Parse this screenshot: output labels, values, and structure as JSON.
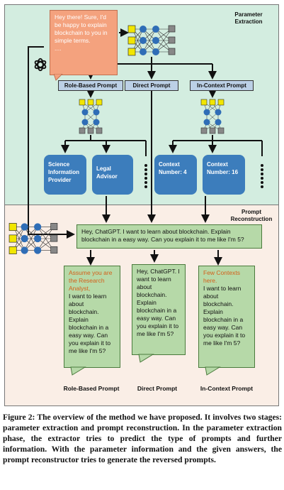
{
  "extraction": {
    "title": "Parameter\nExtraction",
    "bubble_text": "Hey there! Sure, I'd be happy to explain blockchain to you in simple terms.\n....",
    "tags": [
      "Role-Based Prompt",
      "Direct Prompt",
      "In-Context Prompt"
    ],
    "roles": [
      "Science Information Provider",
      "Legal Advisor"
    ],
    "contexts": [
      "Context Number: 4",
      "Context Number: 16"
    ]
  },
  "reconstruction": {
    "title": "Prompt\nReconstruction",
    "query": "Hey, ChatGPT. I want to learn about blockchain. Explain blockchain in a easy way. Can you explain it to me like I'm 5?",
    "role_prefix": "Assume you are the Research Analyst,",
    "role_body": "I want to learn about blockchain. Explain blockchain in a easy way. Can you explain it to me like I'm 5?",
    "direct_body": "Hey, ChatGPT. I want to learn about blockchain. Explain blockchain in a easy way. Can you explain it to me like I'm 5?",
    "context_prefix": "Few Contexts here.",
    "context_body": "I want to learn about blockchain. Explain blockchain in a easy way. Can you explain it to me like I'm 5?",
    "labels": [
      "Role-Based Prompt",
      "Direct Prompt",
      "In-Context Prompt"
    ]
  },
  "caption": "Figure 2: The overview of the method we have proposed. It involves two stages: parameter extraction and prompt reconstruction. In the parameter extraction phase, the extractor tries to predict the type of prompts and further information. With the parameter information and the given answers, the prompt reconstructor tries to generate the reversed prompts.",
  "colors": {
    "top_panel": "#d3ede0",
    "bottom_panel": "#faeee6",
    "node_blue": "#3c7dbc",
    "input_yellow": "#f2e600",
    "output_gray": "#888888",
    "tag_blue": "#bcd0e6",
    "green_box": "#b6d9a8",
    "bubble_orange": "#f4a27e",
    "accent_orange": "#d3601a"
  },
  "icons": {
    "llm": "openai-logo-icon",
    "network": "neural-network-icon"
  }
}
